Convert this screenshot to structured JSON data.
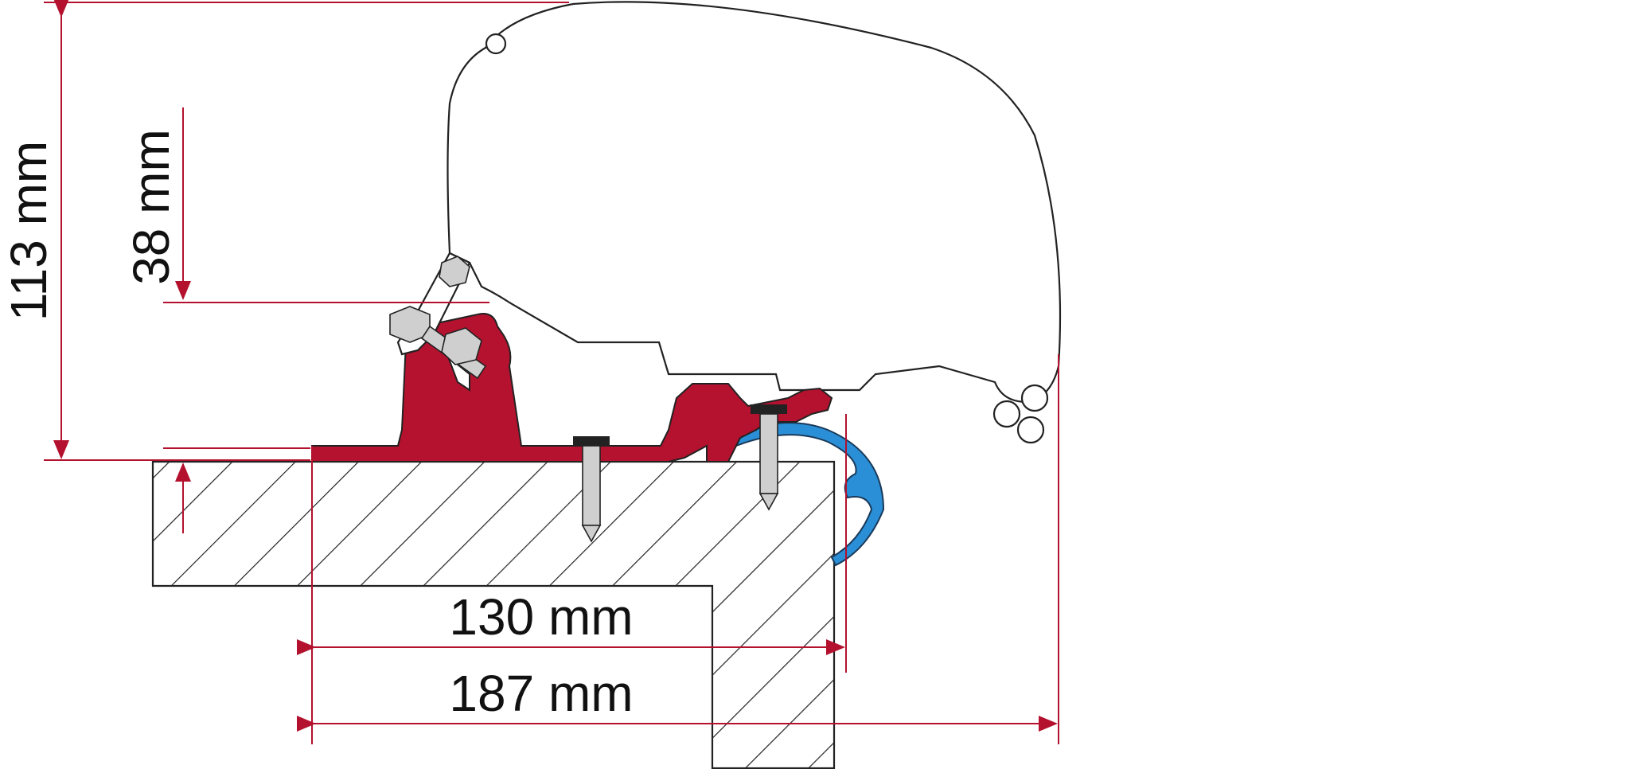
{
  "diagram": {
    "dimensions": {
      "total_height": "113 mm",
      "profile_height": "38 mm",
      "width_inner": "130 mm",
      "width_outer": "187 mm"
    },
    "colors": {
      "dimension_lines": "#b3112e",
      "adapter_profile": "#b5122f",
      "seal": "#2a8fd6",
      "outline": "#222222"
    }
  }
}
